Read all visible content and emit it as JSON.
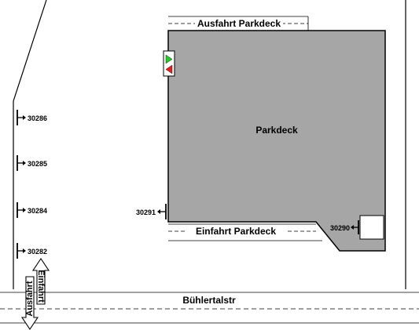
{
  "map": {
    "building_label": "Parkdeck",
    "exit_parkdeck_label": "Ausfahrt Parkdeck",
    "entry_parkdeck_label": "Einfahrt Parkdeck",
    "street_label": "Bühlertalstr",
    "site_entry_label": "Einfahrt",
    "site_exit_label": "Ausfahrt",
    "camera_ids": [
      "30286",
      "30285",
      "30284",
      "30282",
      "30291",
      "30290"
    ],
    "signal_colors": {
      "green": "#22cc22",
      "red": "#e02020"
    },
    "building_fill": "#a6a6a6"
  }
}
